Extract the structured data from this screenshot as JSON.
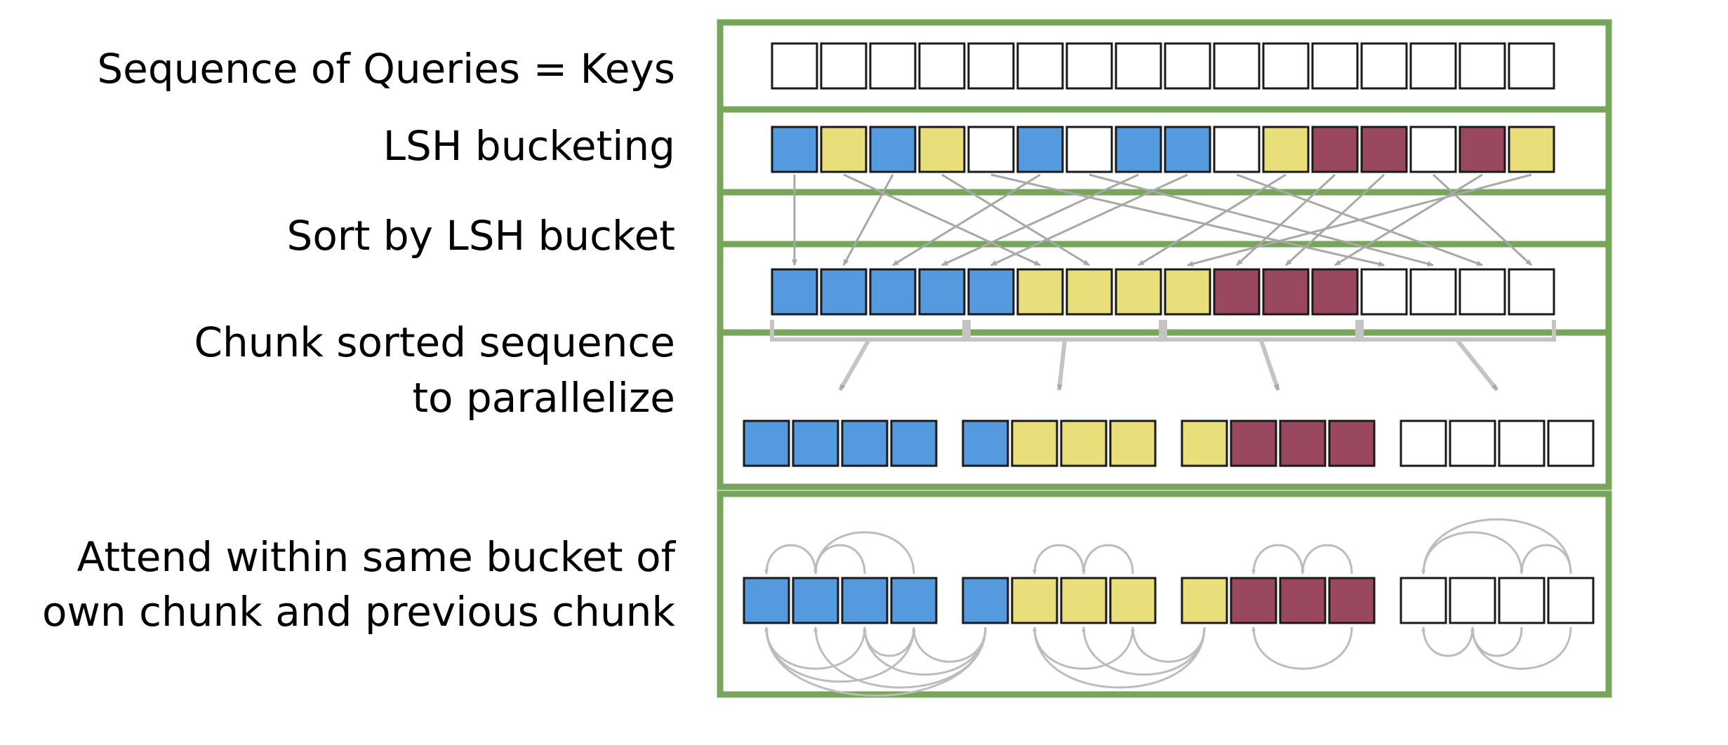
{
  "labels": {
    "row1": "Sequence of Queries = Keys",
    "row2": "LSH bucketing",
    "row3": "Sort by LSH bucket",
    "row4_line1": "Chunk sorted sequence",
    "row4_line2": "to parallelize",
    "row5_line1": "Attend within same bucket of",
    "row5_line2": "own chunk and previous chunk"
  },
  "colors": {
    "blue": "#5599de",
    "yellow": "#e8df7a",
    "maroon": "#9a4860",
    "white": "#ffffff",
    "frame": "#77a55a",
    "arrow": "#a8a8a8",
    "bracket": "#c4c4c4"
  },
  "sequence": {
    "buckets": [
      "none",
      "none",
      "none",
      "none",
      "none",
      "none",
      "none",
      "none",
      "none",
      "none",
      "none",
      "none",
      "none",
      "none",
      "none",
      "none"
    ]
  },
  "hashed": {
    "buckets": [
      "blue",
      "yellow",
      "blue",
      "yellow",
      "white",
      "blue",
      "white",
      "blue",
      "blue",
      "white",
      "yellow",
      "maroon",
      "maroon",
      "white",
      "maroon",
      "yellow"
    ]
  },
  "sorted": {
    "buckets": [
      "blue",
      "blue",
      "blue",
      "blue",
      "blue",
      "yellow",
      "yellow",
      "yellow",
      "yellow",
      "maroon",
      "maroon",
      "maroon",
      "white",
      "white",
      "white",
      "white"
    ],
    "permutation": [
      0,
      2,
      5,
      7,
      8,
      1,
      3,
      10,
      15,
      11,
      12,
      14,
      4,
      6,
      9,
      13
    ]
  },
  "chunks": [
    [
      "blue",
      "blue",
      "blue",
      "blue"
    ],
    [
      "blue",
      "yellow",
      "yellow",
      "yellow"
    ],
    [
      "yellow",
      "maroon",
      "maroon",
      "maroon"
    ],
    [
      "white",
      "white",
      "white",
      "white"
    ]
  ]
}
